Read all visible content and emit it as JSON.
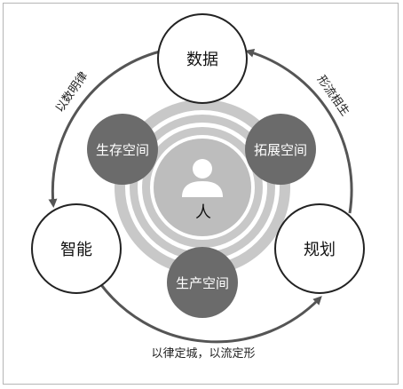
{
  "nodes": {
    "top": "数据",
    "left": "智能",
    "right": "规划"
  },
  "spaces": {
    "survival": "生存空间",
    "expansion": "拓展空间",
    "production": "生产空间"
  },
  "center": {
    "label": "人",
    "icon": "person-icon"
  },
  "relations": {
    "left_arc": "以数明律",
    "right_arc": "形流相生",
    "bottom_arc": "以律定城，以流定形"
  },
  "colors": {
    "ring": "#c4c4c4",
    "space_fill": "#6b6b6b",
    "arrow": "#555555",
    "node_stroke": "#222222"
  }
}
